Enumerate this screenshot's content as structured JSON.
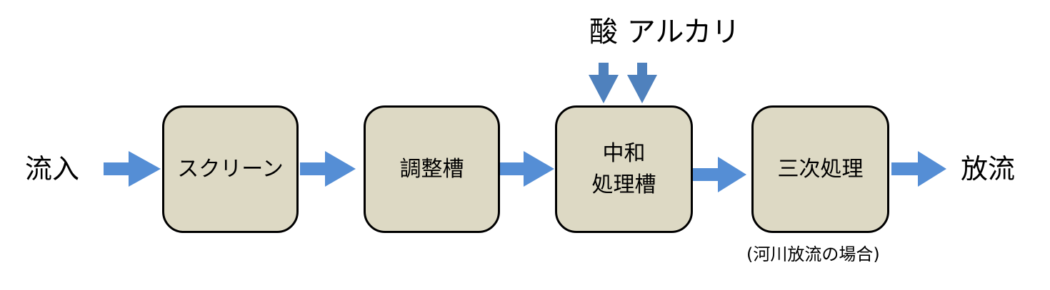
{
  "inflow": "流入",
  "outflow": "放流",
  "reagents": "酸 アルカリ",
  "boxes": {
    "screen": "スクリーン",
    "equalization": "調整槽",
    "neutralization_1": "中和",
    "neutralization_2": "処理槽",
    "tertiary": "三次処理"
  },
  "note": "(河川放流の場合)",
  "colors": {
    "box_fill": "#DDD9C4",
    "arrow": "#558ED5",
    "reagent_arrow": "#4F81BD"
  }
}
